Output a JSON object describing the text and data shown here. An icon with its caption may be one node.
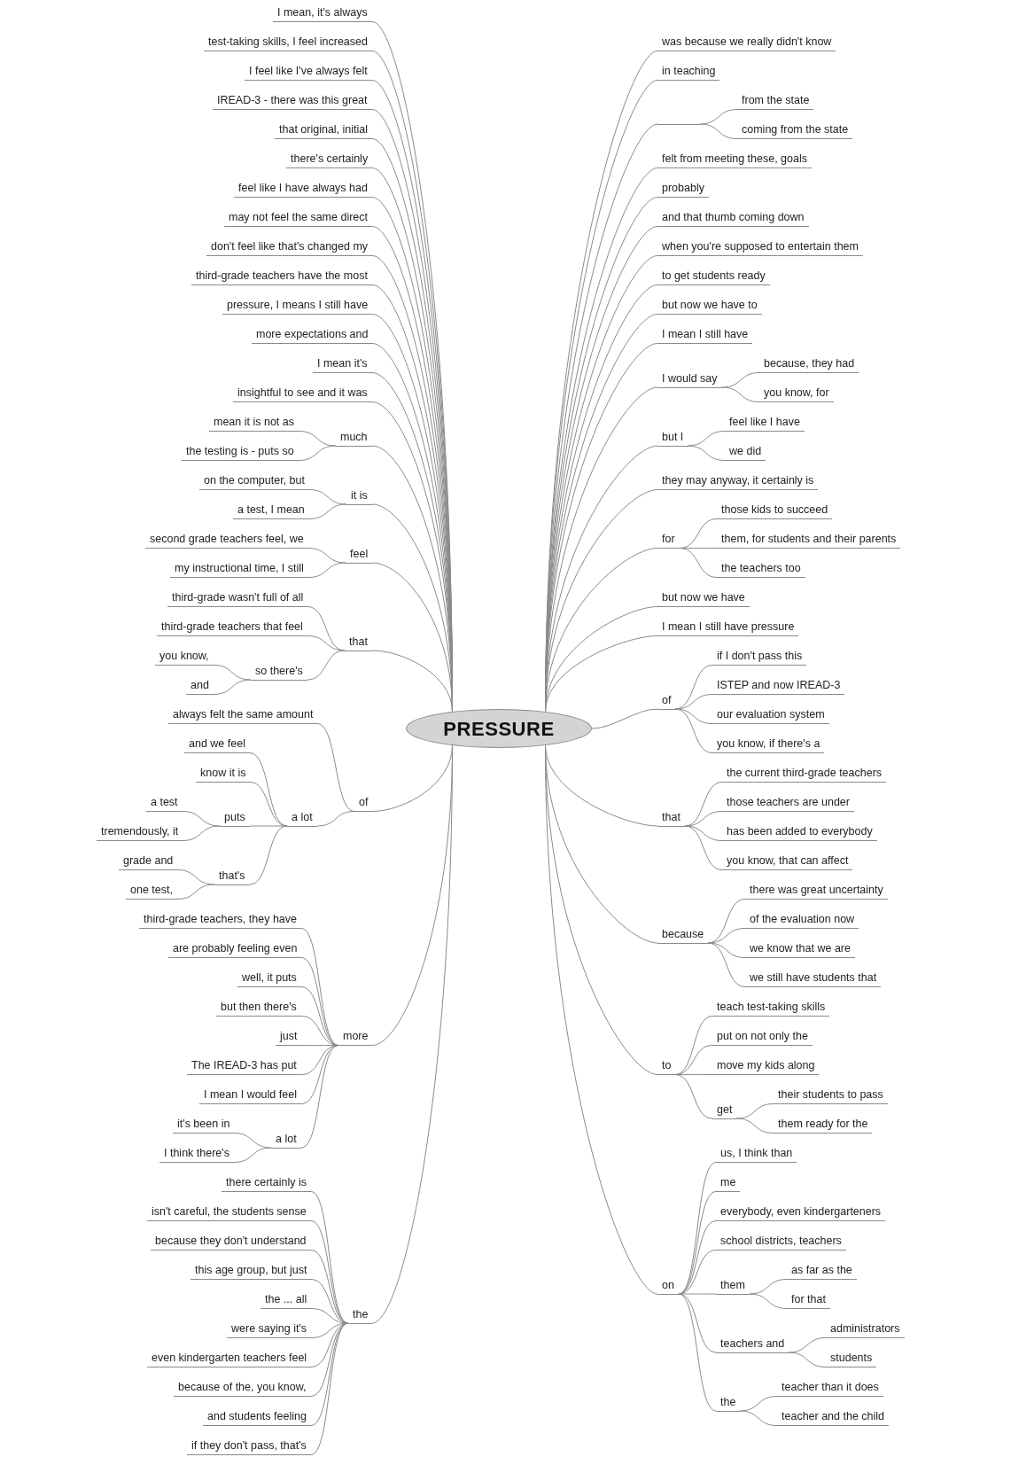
{
  "diagram": {
    "nodes": [
      {
        "text": [
          "PRESSURE"
        ]
      },
      {
        "text": [
          "I mean, it's always"
        ]
      },
      {
        "text": [
          "test-taking skills, I feel increased"
        ]
      },
      {
        "text": [
          "I feel like I've always felt"
        ]
      },
      {
        "text": [
          "IREAD-3 - there was this great"
        ]
      },
      {
        "text": [
          "that original, initial"
        ]
      },
      {
        "text": [
          "there's certainly"
        ]
      },
      {
        "text": [
          "feel like I have always had"
        ]
      },
      {
        "text": [
          "may not feel the same direct"
        ]
      },
      {
        "text": [
          "don't feel like that's changed my"
        ]
      },
      {
        "text": [
          "third-grade teachers have the most"
        ]
      },
      {
        "text": [
          "pressure, I means I still have"
        ]
      },
      {
        "text": [
          "more expectations and"
        ]
      },
      {
        "text": [
          "I mean it's"
        ]
      },
      {
        "text": [
          "insightful to see and it was"
        ]
      },
      {
        "text": [
          "much"
        ]
      },
      {
        "text": [
          "mean it is not as"
        ]
      },
      {
        "text": [
          "the testing is - puts so"
        ]
      },
      {
        "text": [
          "it is"
        ]
      },
      {
        "text": [
          "on the computer, but"
        ]
      },
      {
        "text": [
          "a test, I mean"
        ]
      },
      {
        "text": [
          "feel"
        ]
      },
      {
        "text": [
          "second grade teachers feel, we"
        ]
      },
      {
        "text": [
          "my instructional time, I still"
        ]
      },
      {
        "text": [
          "that"
        ]
      },
      {
        "text": [
          "third-grade wasn't full of all"
        ]
      },
      {
        "text": [
          "third-grade teachers that feel"
        ]
      },
      {
        "text": [
          "so there's"
        ]
      },
      {
        "text": [
          "you know,"
        ]
      },
      {
        "text": [
          "and"
        ]
      },
      {
        "text": [
          "of"
        ]
      },
      {
        "text": [
          "always felt the same amount"
        ]
      },
      {
        "text": [
          "a lot"
        ]
      },
      {
        "text": [
          "and we feel"
        ]
      },
      {
        "text": [
          "know it is"
        ]
      },
      {
        "text": [
          "puts"
        ]
      },
      {
        "text": [
          "a test"
        ]
      },
      {
        "text": [
          "tremendously, it"
        ]
      },
      {
        "text": [
          "that's"
        ]
      },
      {
        "text": [
          "grade and"
        ]
      },
      {
        "text": [
          "one test,"
        ]
      },
      {
        "text": [
          "more"
        ]
      },
      {
        "text": [
          "third-grade teachers, they have"
        ]
      },
      {
        "text": [
          "are probably feeling even"
        ]
      },
      {
        "text": [
          "well, it puts"
        ]
      },
      {
        "text": [
          "but then there's"
        ]
      },
      {
        "text": [
          "just"
        ]
      },
      {
        "text": [
          "The IREAD-3 has put"
        ]
      },
      {
        "text": [
          "I mean I would feel"
        ]
      },
      {
        "text": [
          "a lot"
        ]
      },
      {
        "text": [
          "it's been in"
        ]
      },
      {
        "text": [
          "I think there's"
        ]
      },
      {
        "text": [
          "the"
        ]
      },
      {
        "text": [
          "there certainly is"
        ]
      },
      {
        "text": [
          "isn't careful, the students sense"
        ]
      },
      {
        "text": [
          "because they don't understand"
        ]
      },
      {
        "text": [
          "this age group, but just"
        ]
      },
      {
        "text": [
          "the ... all"
        ]
      },
      {
        "text": [
          "were saying it's"
        ]
      },
      {
        "text": [
          "even kindergarten teachers feel"
        ]
      },
      {
        "text": [
          "because of the, you know,"
        ]
      },
      {
        "text": [
          "and students feeling"
        ]
      },
      {
        "text": [
          "if they don't pass, that's"
        ]
      },
      {
        "text": [
          "was because we really didn't know"
        ]
      },
      {
        "text": [
          "in teaching"
        ]
      },
      {
        "text": [],
        "shape": "line"
      },
      {
        "text": [
          "from the state"
        ]
      },
      {
        "text": [
          "coming from the state"
        ]
      },
      {
        "text": [
          "felt from meeting these, goals"
        ]
      },
      {
        "text": [
          "probably"
        ]
      },
      {
        "text": [
          "and that thumb coming down"
        ]
      },
      {
        "text": [
          "when you're supposed to entertain them"
        ]
      },
      {
        "text": [
          "to get students ready"
        ]
      },
      {
        "text": [
          "but now we have to"
        ]
      },
      {
        "text": [
          "I mean I still have"
        ]
      },
      {
        "text": [
          "I would say"
        ]
      },
      {
        "text": [
          "because, they had"
        ]
      },
      {
        "text": [
          "you know, for"
        ]
      },
      {
        "text": [
          "but I"
        ]
      },
      {
        "text": [
          "feel like I have"
        ]
      },
      {
        "text": [
          "we did"
        ]
      },
      {
        "text": [
          "they may anyway, it certainly is"
        ]
      },
      {
        "text": [
          "for"
        ]
      },
      {
        "text": [
          "those kids to succeed"
        ]
      },
      {
        "text": [
          "them, for students and their parents"
        ]
      },
      {
        "text": [
          "the teachers too"
        ]
      },
      {
        "text": [
          "but now we have"
        ]
      },
      {
        "text": [
          "I mean I still have pressure"
        ]
      },
      {
        "text": [
          "of"
        ]
      },
      {
        "text": [
          "if I don't pass this"
        ]
      },
      {
        "text": [
          "ISTEP and now IREAD-3"
        ]
      },
      {
        "text": [
          "our evaluation system"
        ]
      },
      {
        "text": [
          "you know, if there's a"
        ]
      },
      {
        "text": [
          "that"
        ]
      },
      {
        "text": [
          "the current third-grade teachers"
        ]
      },
      {
        "text": [
          "those teachers are under"
        ]
      },
      {
        "text": [
          "has been added to everybody"
        ]
      },
      {
        "text": [
          "you know, that can affect"
        ]
      },
      {
        "text": [
          "because"
        ]
      },
      {
        "text": [
          "there was great uncertainty"
        ]
      },
      {
        "text": [
          "of the evaluation now"
        ]
      },
      {
        "text": [
          "we know that we are"
        ]
      },
      {
        "text": [
          "we still have students that"
        ]
      },
      {
        "text": [
          "to"
        ]
      },
      {
        "text": [
          "teach test-taking skills"
        ]
      },
      {
        "text": [
          "put on not only the"
        ]
      },
      {
        "text": [
          "move my kids along"
        ]
      },
      {
        "text": [
          "get"
        ]
      },
      {
        "text": [
          "their students to pass"
        ]
      },
      {
        "text": [
          "them ready for the"
        ]
      },
      {
        "text": [
          "on"
        ]
      },
      {
        "text": [
          "us, I think than"
        ]
      },
      {
        "text": [
          "me"
        ]
      },
      {
        "text": [
          "everybody, even kindergarteners"
        ]
      },
      {
        "text": [
          "school districts, teachers"
        ]
      },
      {
        "text": [
          "them"
        ]
      },
      {
        "text": [
          "as far as the"
        ]
      },
      {
        "text": [
          "for that"
        ]
      },
      {
        "text": [
          "teachers and"
        ]
      },
      {
        "text": [
          "administrators"
        ]
      },
      {
        "text": [
          "students"
        ]
      },
      {
        "text": [
          "the"
        ]
      },
      {
        "text": [
          "teacher than it does"
        ]
      },
      {
        "text": [
          "teacher and the child"
        ]
      }
    ],
    "edges": [
      {
        "from": 0,
        "to": 1,
        "arrow": "none"
      },
      {
        "from": 0,
        "to": 2,
        "arrow": "none"
      },
      {
        "from": 0,
        "to": 3,
        "arrow": "none"
      },
      {
        "from": 0,
        "to": 4,
        "arrow": "none"
      },
      {
        "from": 0,
        "to": 5,
        "arrow": "none"
      },
      {
        "from": 0,
        "to": 6,
        "arrow": "none"
      },
      {
        "from": 0,
        "to": 7,
        "arrow": "none"
      },
      {
        "from": 0,
        "to": 8,
        "arrow": "none"
      },
      {
        "from": 0,
        "to": 9,
        "arrow": "none"
      },
      {
        "from": 0,
        "to": 10,
        "arrow": "none"
      },
      {
        "from": 0,
        "to": 11,
        "arrow": "none"
      },
      {
        "from": 0,
        "to": 12,
        "arrow": "none"
      },
      {
        "from": 0,
        "to": 13,
        "arrow": "none"
      },
      {
        "from": 0,
        "to": 14,
        "arrow": "none"
      },
      {
        "from": 0,
        "to": 15,
        "arrow": "none"
      },
      {
        "from": 15,
        "to": 16,
        "arrow": "none"
      },
      {
        "from": 15,
        "to": 17,
        "arrow": "none"
      },
      {
        "from": 0,
        "to": 18,
        "arrow": "none"
      },
      {
        "from": 18,
        "to": 19,
        "arrow": "none"
      },
      {
        "from": 18,
        "to": 20,
        "arrow": "none"
      },
      {
        "from": 0,
        "to": 21,
        "arrow": "none"
      },
      {
        "from": 21,
        "to": 22,
        "arrow": "none"
      },
      {
        "from": 21,
        "to": 23,
        "arrow": "none"
      },
      {
        "from": 0,
        "to": 24,
        "arrow": "none"
      },
      {
        "from": 24,
        "to": 25,
        "arrow": "none"
      },
      {
        "from": 24,
        "to": 26,
        "arrow": "none"
      },
      {
        "from": 24,
        "to": 27,
        "arrow": "none"
      },
      {
        "from": 27,
        "to": 28,
        "arrow": "none"
      },
      {
        "from": 27,
        "to": 29,
        "arrow": "none"
      },
      {
        "from": 0,
        "to": 30,
        "arrow": "none"
      },
      {
        "from": 30,
        "to": 31,
        "arrow": "none"
      },
      {
        "from": 30,
        "to": 32,
        "arrow": "none"
      },
      {
        "from": 32,
        "to": 33,
        "arrow": "none"
      },
      {
        "from": 32,
        "to": 34,
        "arrow": "none"
      },
      {
        "from": 32,
        "to": 35,
        "arrow": "none"
      },
      {
        "from": 35,
        "to": 36,
        "arrow": "none"
      },
      {
        "from": 35,
        "to": 37,
        "arrow": "none"
      },
      {
        "from": 32,
        "to": 38,
        "arrow": "none"
      },
      {
        "from": 38,
        "to": 39,
        "arrow": "none"
      },
      {
        "from": 38,
        "to": 40,
        "arrow": "none"
      },
      {
        "from": 0,
        "to": 41,
        "arrow": "none"
      },
      {
        "from": 41,
        "to": 42,
        "arrow": "none"
      },
      {
        "from": 41,
        "to": 43,
        "arrow": "none"
      },
      {
        "from": 41,
        "to": 44,
        "arrow": "none"
      },
      {
        "from": 41,
        "to": 45,
        "arrow": "none"
      },
      {
        "from": 41,
        "to": 46,
        "arrow": "none"
      },
      {
        "from": 41,
        "to": 47,
        "arrow": "none"
      },
      {
        "from": 41,
        "to": 48,
        "arrow": "none"
      },
      {
        "from": 41,
        "to": 49,
        "arrow": "none"
      },
      {
        "from": 49,
        "to": 50,
        "arrow": "none"
      },
      {
        "from": 49,
        "to": 51,
        "arrow": "none"
      },
      {
        "from": 0,
        "to": 52,
        "arrow": "none"
      },
      {
        "from": 52,
        "to": 53,
        "arrow": "none"
      },
      {
        "from": 52,
        "to": 54,
        "arrow": "none"
      },
      {
        "from": 52,
        "to": 55,
        "arrow": "none"
      },
      {
        "from": 52,
        "to": 56,
        "arrow": "none"
      },
      {
        "from": 52,
        "to": 57,
        "arrow": "none"
      },
      {
        "from": 52,
        "to": 58,
        "arrow": "none"
      },
      {
        "from": 52,
        "to": 59,
        "arrow": "none"
      },
      {
        "from": 52,
        "to": 60,
        "arrow": "none"
      },
      {
        "from": 52,
        "to": 61,
        "arrow": "none"
      },
      {
        "from": 52,
        "to": 62,
        "arrow": "none"
      },
      {
        "from": 0,
        "to": 63,
        "arrow": "none"
      },
      {
        "from": 0,
        "to": 64,
        "arrow": "none"
      },
      {
        "from": 0,
        "to": 65,
        "arrow": "none"
      },
      {
        "from": 65,
        "to": 66,
        "arrow": "none"
      },
      {
        "from": 65,
        "to": 67,
        "arrow": "none"
      },
      {
        "from": 0,
        "to": 68,
        "arrow": "none"
      },
      {
        "from": 0,
        "to": 69,
        "arrow": "none"
      },
      {
        "from": 0,
        "to": 70,
        "arrow": "none"
      },
      {
        "from": 0,
        "to": 71,
        "arrow": "none"
      },
      {
        "from": 0,
        "to": 72,
        "arrow": "none"
      },
      {
        "from": 0,
        "to": 73,
        "arrow": "none"
      },
      {
        "from": 0,
        "to": 74,
        "arrow": "none"
      },
      {
        "from": 0,
        "to": 75,
        "arrow": "none"
      },
      {
        "from": 75,
        "to": 76,
        "arrow": "none"
      },
      {
        "from": 75,
        "to": 77,
        "arrow": "none"
      },
      {
        "from": 0,
        "to": 78,
        "arrow": "none"
      },
      {
        "from": 78,
        "to": 79,
        "arrow": "none"
      },
      {
        "from": 78,
        "to": 80,
        "arrow": "none"
      },
      {
        "from": 0,
        "to": 81,
        "arrow": "none"
      },
      {
        "from": 0,
        "to": 82,
        "arrow": "none"
      },
      {
        "from": 82,
        "to": 83,
        "arrow": "none"
      },
      {
        "from": 82,
        "to": 84,
        "arrow": "none"
      },
      {
        "from": 82,
        "to": 85,
        "arrow": "none"
      },
      {
        "from": 0,
        "to": 86,
        "arrow": "none"
      },
      {
        "from": 0,
        "to": 87,
        "arrow": "none"
      },
      {
        "from": 0,
        "to": 88,
        "arrow": "none"
      },
      {
        "from": 88,
        "to": 89,
        "arrow": "none"
      },
      {
        "from": 88,
        "to": 90,
        "arrow": "none"
      },
      {
        "from": 88,
        "to": 91,
        "arrow": "none"
      },
      {
        "from": 88,
        "to": 92,
        "arrow": "none"
      },
      {
        "from": 0,
        "to": 93,
        "arrow": "none"
      },
      {
        "from": 93,
        "to": 94,
        "arrow": "none"
      },
      {
        "from": 93,
        "to": 95,
        "arrow": "none"
      },
      {
        "from": 93,
        "to": 96,
        "arrow": "none"
      },
      {
        "from": 93,
        "to": 97,
        "arrow": "none"
      },
      {
        "from": 0,
        "to": 98,
        "arrow": "none"
      },
      {
        "from": 98,
        "to": 99,
        "arrow": "none"
      },
      {
        "from": 98,
        "to": 100,
        "arrow": "none"
      },
      {
        "from": 98,
        "to": 101,
        "arrow": "none"
      },
      {
        "from": 98,
        "to": 102,
        "arrow": "none"
      },
      {
        "from": 0,
        "to": 103,
        "arrow": "none"
      },
      {
        "from": 103,
        "to": 104,
        "arrow": "none"
      },
      {
        "from": 103,
        "to": 105,
        "arrow": "none"
      },
      {
        "from": 103,
        "to": 106,
        "arrow": "none"
      },
      {
        "from": 103,
        "to": 107,
        "arrow": "none"
      },
      {
        "from": 107,
        "to": 108,
        "arrow": "none"
      },
      {
        "from": 107,
        "to": 109,
        "arrow": "none"
      },
      {
        "from": 0,
        "to": 110,
        "arrow": "none"
      },
      {
        "from": 110,
        "to": 111,
        "arrow": "none"
      },
      {
        "from": 110,
        "to": 112,
        "arrow": "none"
      },
      {
        "from": 110,
        "to": 113,
        "arrow": "none"
      },
      {
        "from": 110,
        "to": 114,
        "arrow": "none"
      },
      {
        "from": 110,
        "to": 115,
        "arrow": "none"
      },
      {
        "from": 115,
        "to": 116,
        "arrow": "none"
      },
      {
        "from": 115,
        "to": 117,
        "arrow": "none"
      },
      {
        "from": 110,
        "to": 118,
        "arrow": "none"
      },
      {
        "from": 118,
        "to": 119,
        "arrow": "none"
      },
      {
        "from": 118,
        "to": 120,
        "arrow": "none"
      },
      {
        "from": 110,
        "to": 121,
        "arrow": "none"
      },
      {
        "from": 121,
        "to": 122,
        "arrow": "none"
      },
      {
        "from": 121,
        "to": 123,
        "arrow": "none"
      }
    ]
  }
}
